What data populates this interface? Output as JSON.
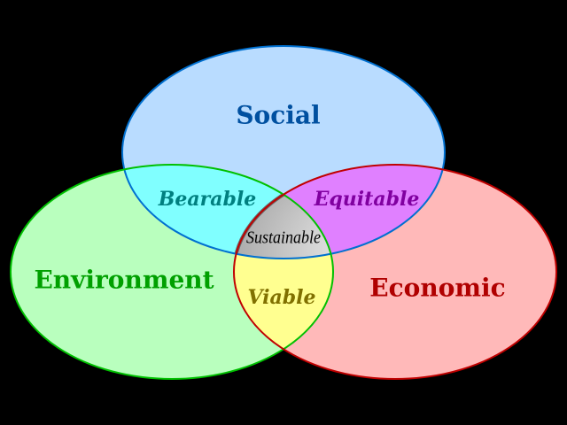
{
  "diagram": {
    "sets": {
      "social": {
        "label": "Social",
        "fill": "#b9dcff",
        "stroke": "#0070d0",
        "text": "#0050a0"
      },
      "environment": {
        "label": "Environment",
        "fill": "#b9ffbe",
        "stroke": "#00c000",
        "text": "#00a000"
      },
      "economic": {
        "label": "Economic",
        "fill": "#ffb9b9",
        "stroke": "#c00000",
        "text": "#b00000"
      }
    },
    "intersections": {
      "bearable": {
        "label": "Bearable",
        "fill": "#80ffff",
        "text": "#008080"
      },
      "equitable": {
        "label": "Equitable",
        "fill": "#e080ff",
        "text": "#8000a0"
      },
      "viable": {
        "label": "Viable",
        "fill": "#ffff90",
        "text": "#807000"
      },
      "sustainable": {
        "label": "Sustainable"
      }
    }
  }
}
